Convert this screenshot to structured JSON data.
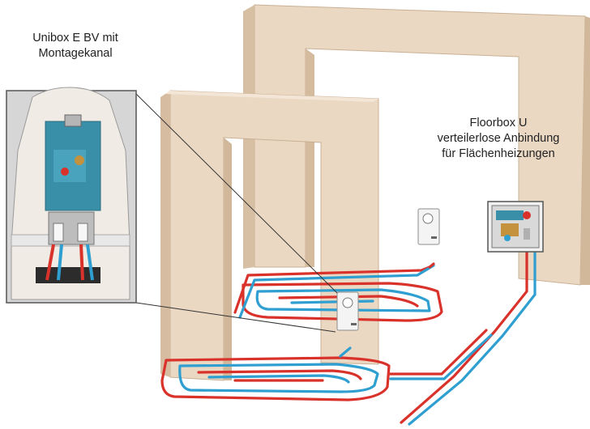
{
  "labels": {
    "unibox": {
      "line1": "Unibox E BV mit",
      "line2": "Montagekanal"
    },
    "floorbox": {
      "line1": "Floorbox U",
      "line2": "verteilerlose Anbindung",
      "line3": "für Flächenheizungen"
    }
  },
  "colors": {
    "wall": "#e9d7c2",
    "wall_edge": "#c8ae92",
    "supply_pipe": "#d9322b",
    "return_pipe": "#2e9fd0",
    "inset_background": "#d8d8d8",
    "box_blue": "#3a8fa8"
  }
}
